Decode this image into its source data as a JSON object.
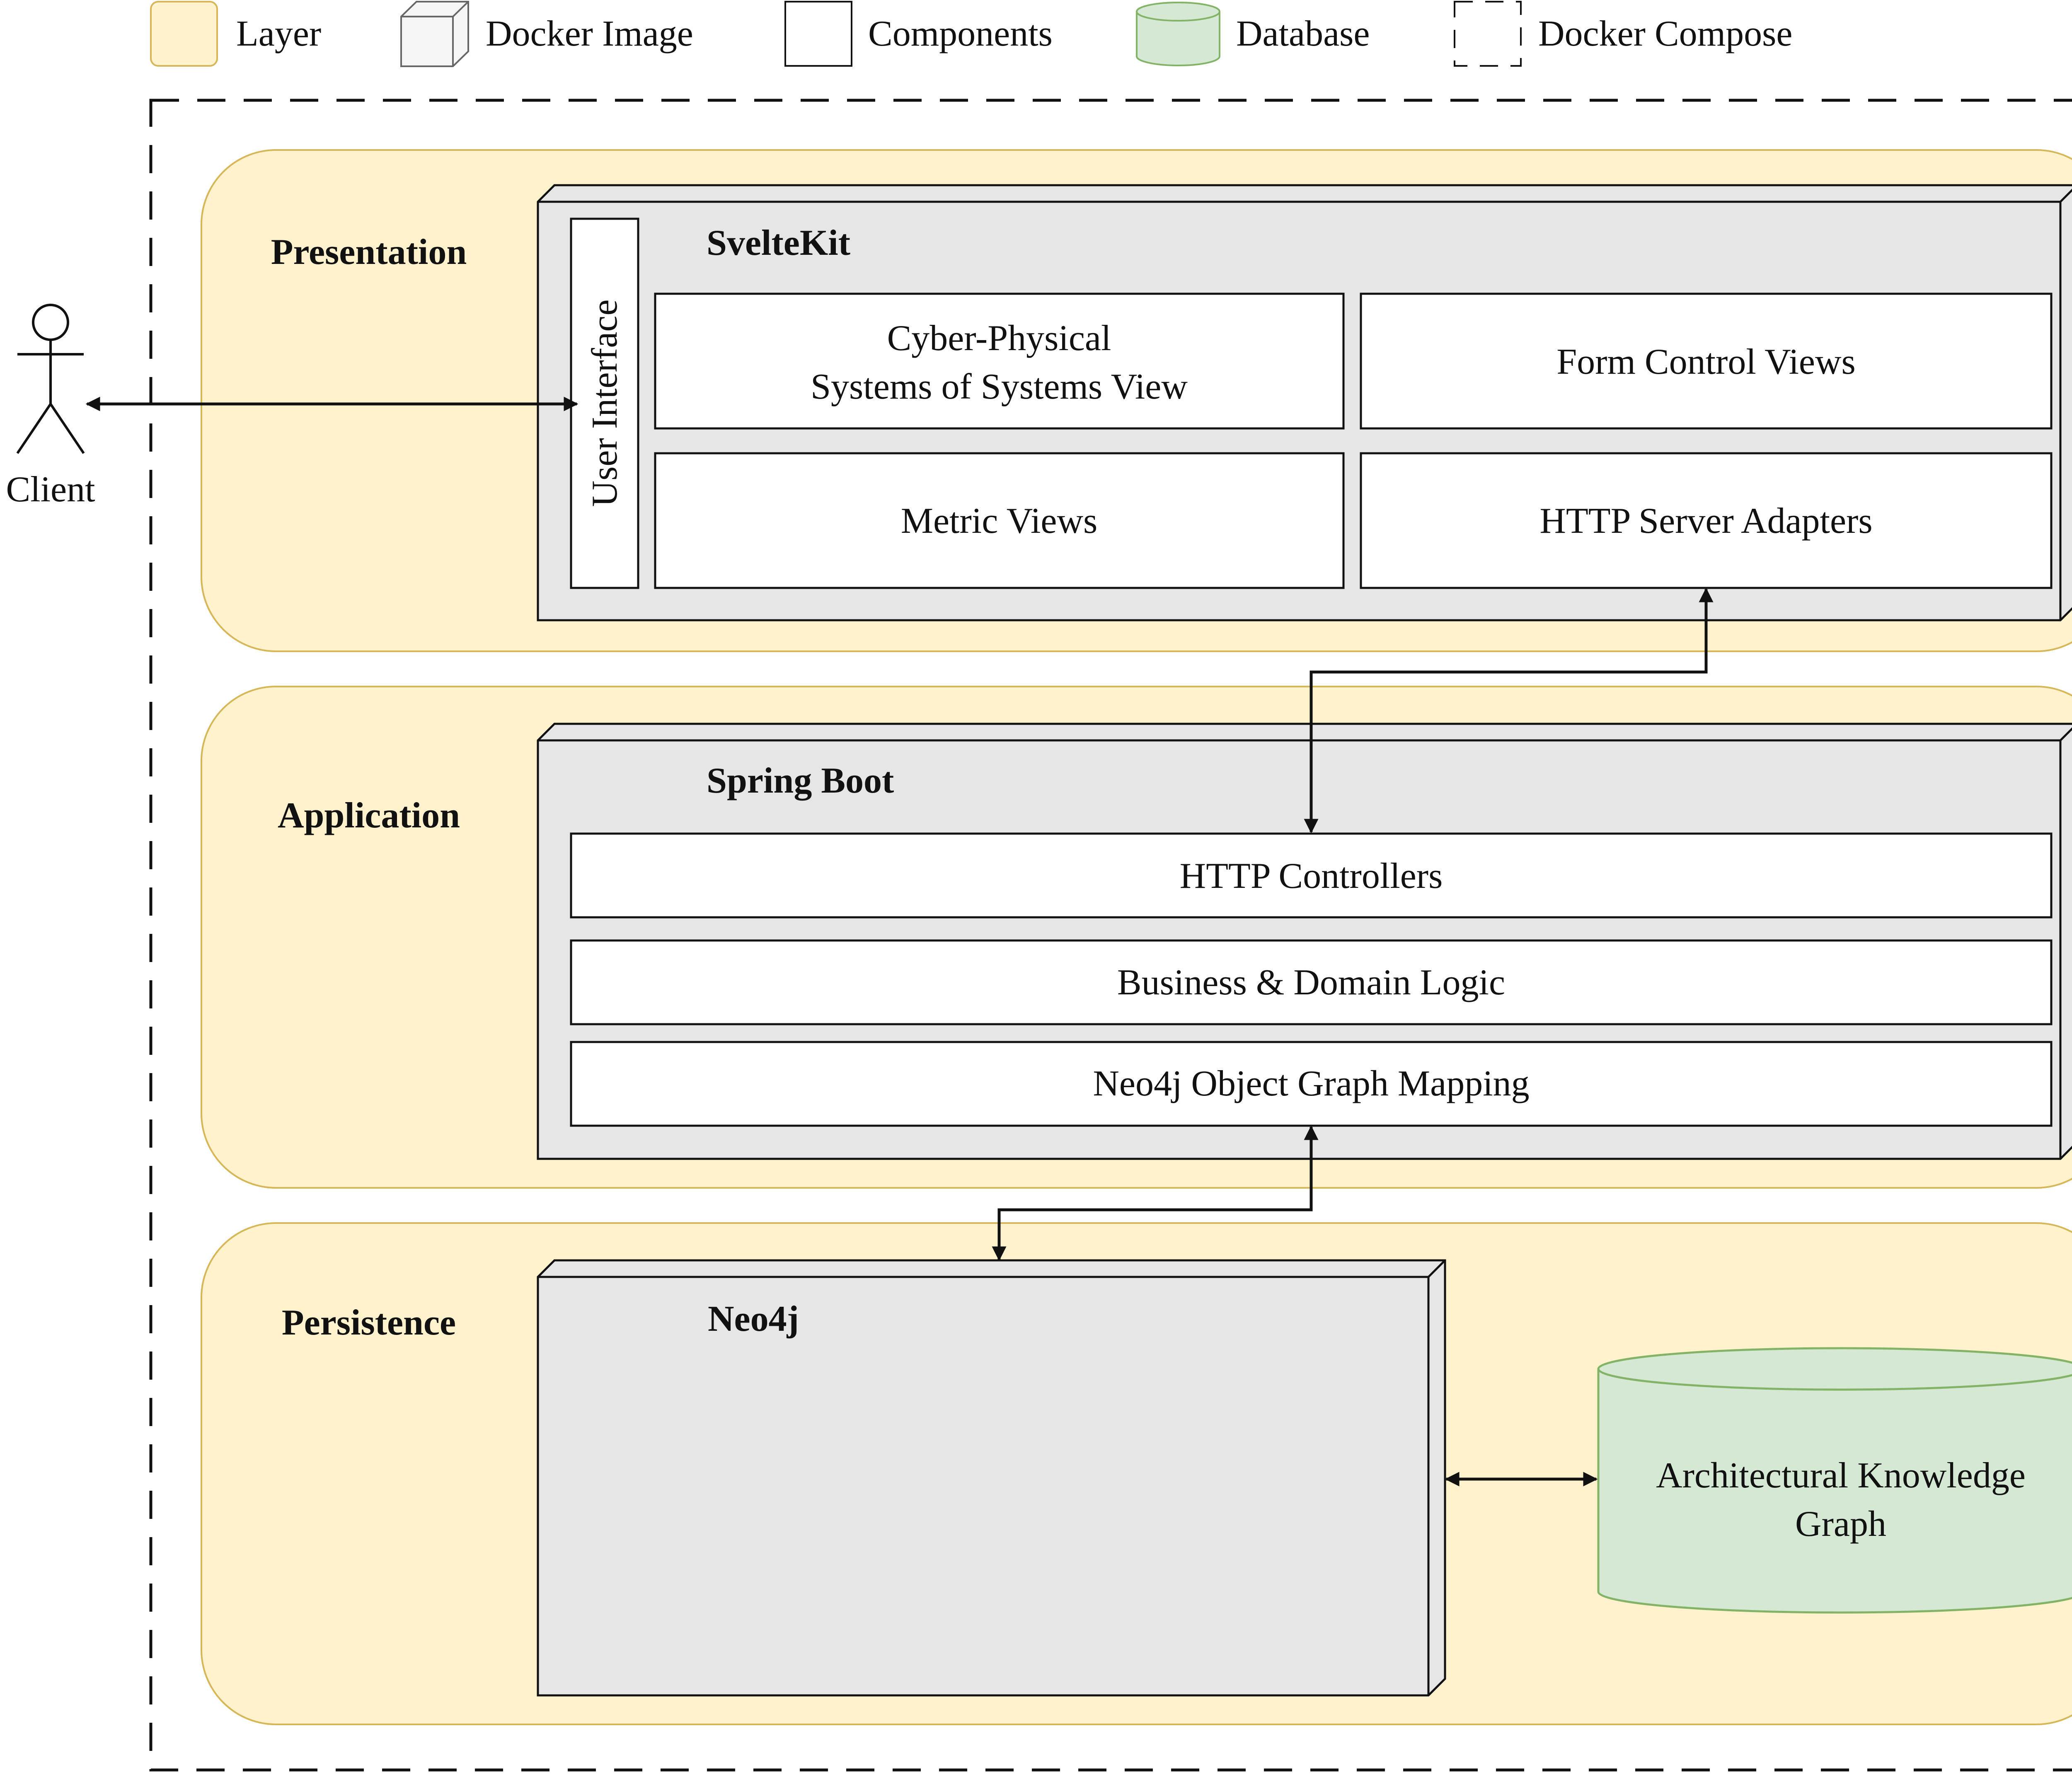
{
  "legend": {
    "layer": "Layer",
    "docker_image": "Docker Image",
    "components": "Components",
    "database": "Database",
    "docker_compose": "Docker Compose"
  },
  "client": {
    "label": "Client"
  },
  "layers": {
    "presentation": "Presentation",
    "application": "Application",
    "persistence": "Persistence"
  },
  "images": {
    "sveltekit": "SvelteKit",
    "spring_boot": "Spring Boot",
    "neo4j": "Neo4j"
  },
  "presentation_components": {
    "user_interface": "User Interface",
    "cps_view_line1": "Cyber-Physical",
    "cps_view_line2": "Systems of Systems View",
    "form_control_views": "Form Control Views",
    "metric_views": "Metric Views",
    "http_server_adapters": "HTTP Server Adapters"
  },
  "application_components": {
    "http_controllers": "HTTP Controllers",
    "business_domain_logic": "Business & Domain Logic",
    "neo4j_ogm": "Neo4j Object Graph Mapping"
  },
  "database": {
    "line1": "Architectural Knowledge",
    "line2": "Graph"
  },
  "colors": {
    "layer_fill": "#fff2cc",
    "layer_stroke": "#d6b656",
    "image_fill": "#e6e6e6",
    "database_fill": "#d5e8d4",
    "database_stroke": "#82b366"
  }
}
